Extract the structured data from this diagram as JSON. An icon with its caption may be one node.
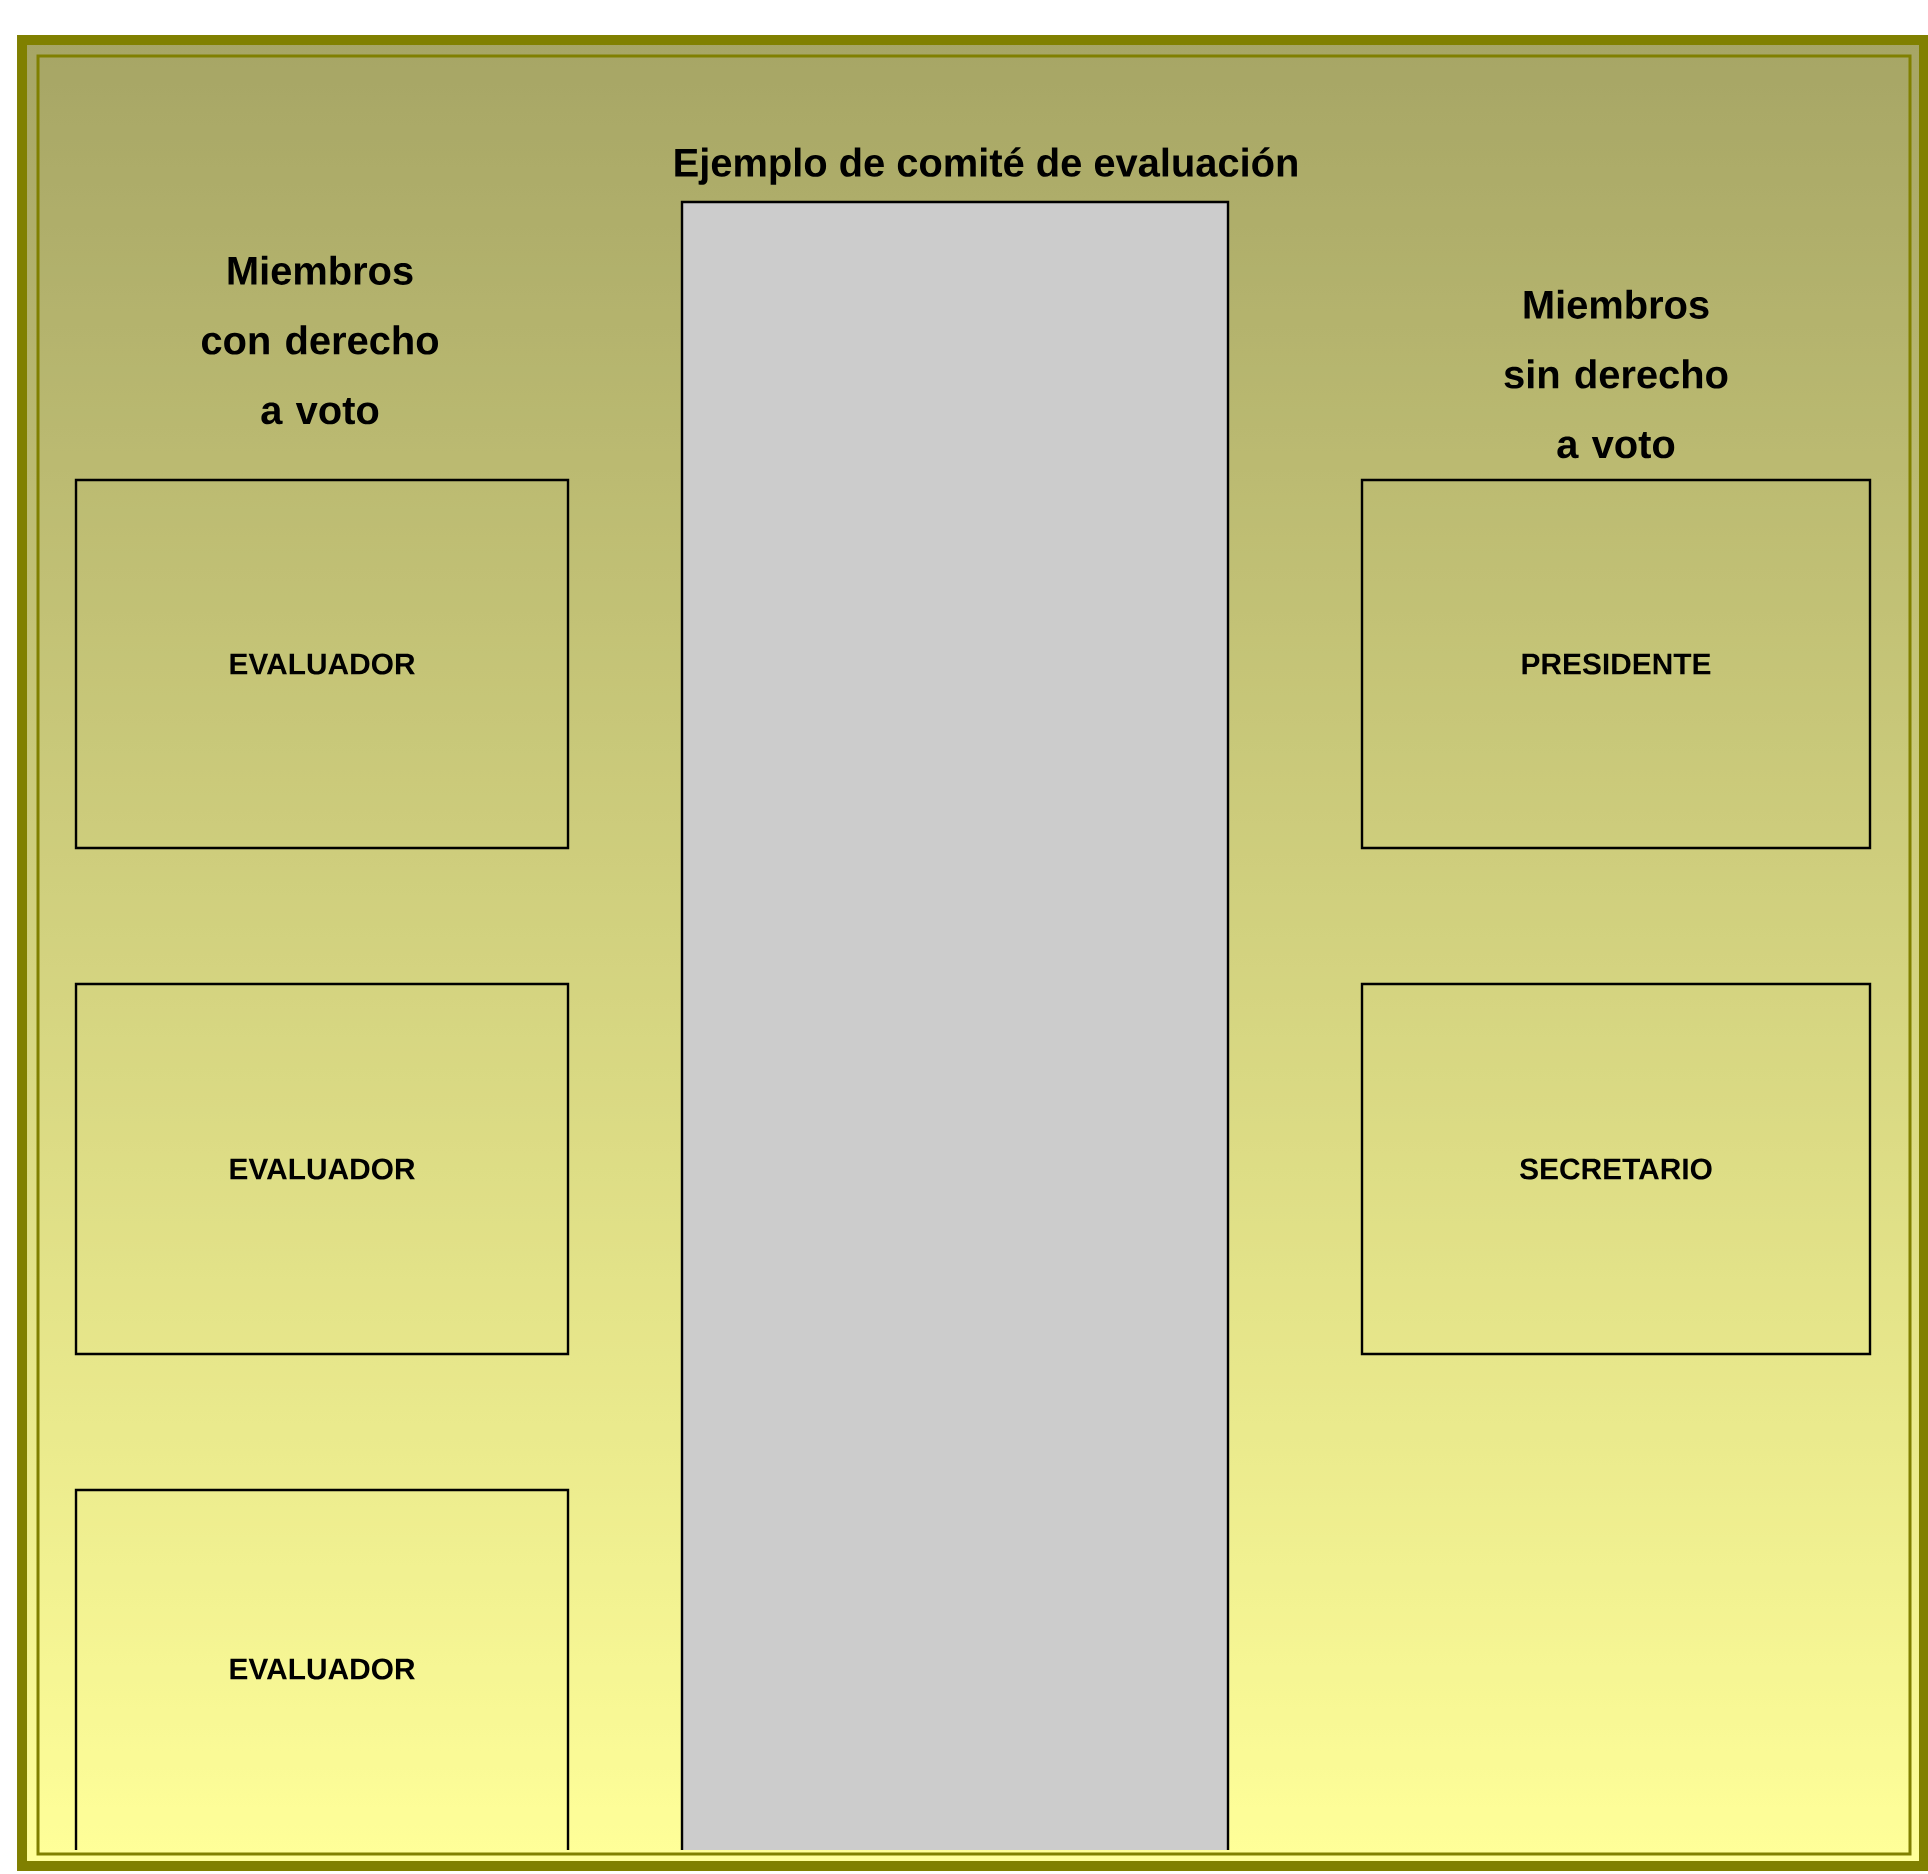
{
  "diagram": {
    "title": "Ejemplo de comité de evaluación",
    "nodes": [
      {
        "text": [],
        "shape": "bar"
      },
      {
        "text": [
          "EVALUADOR"
        ]
      },
      {
        "text": [
          "EVALUADOR"
        ]
      },
      {
        "text": [
          "EVALUADOR"
        ]
      },
      {
        "text": [
          "PRESIDENTE"
        ]
      },
      {
        "text": [
          "SECRETARIO"
        ]
      }
    ],
    "labels": [
      "Miembros con derecho a voto",
      "Miembros sin derecho a voto"
    ]
  }
}
